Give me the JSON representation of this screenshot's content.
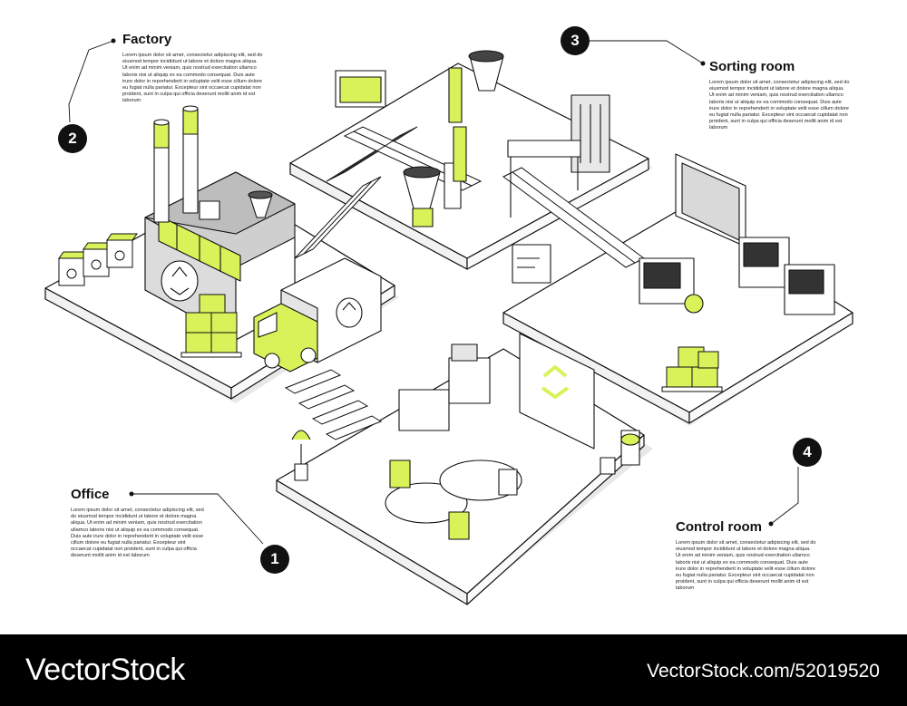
{
  "sections": [
    {
      "number": "1",
      "title": "Office",
      "body": "Lorem ipsum dolor sit amet, consectetur adipiscing elit, sed do eiusmod tempor incididunt ut labore et dolore magna aliqua. Ut enim ad minim veniam, quis nostrud exercitation ullamco laboris nisi ut aliquip ex ea commodo consequat. Duis aute irure dolor in reprehenderit in voluptate velit esse cillum dolore eu fugiat nulla pariatur. Excepteur sint occaecat cupidatat non proident, sunt in culpa qui officia deserunt mollit anim id est laborum"
    },
    {
      "number": "2",
      "title": "Factory",
      "body": "Lorem ipsum dolor sit amet, consectetur adipiscing elit, sed do eiusmod tempor incididunt ut labore et dolore magna aliqua. Ut enim ad minim veniam, quis nostrud exercitation ullamco laboris nisi ut aliquip ex ea commodo consequat. Duis aute irure dolor in reprehenderit in voluptate velit esse cillum dolore eu fugiat nulla pariatur. Excepteur sint occaecat cupidatat non proident, sunt in culpa qui officia deserunt mollit anim id est laborum"
    },
    {
      "number": "3",
      "title": "Sorting room",
      "body": "Lorem ipsum dolor sit amet, consectetur adipiscing elit, sed do eiusmod tempor incididunt ut labore et dolore magna aliqua. Ut enim ad minim veniam, quis nostrud exercitation ullamco laboris nisi ut aliquip ex ea commodo consequat. Duis aute irure dolor in reprehenderit in voluptate velit esse cillum dolore eu fugiat nulla pariatur. Excepteur sint occaecat cupidatat non proident, sunt in culpa qui officia deserunt mollit anim id est laborum"
    },
    {
      "number": "4",
      "title": "Control room",
      "body": "Lorem ipsum dolor sit amet, consectetur adipiscing elit, sed do eiusmod tempor incididunt ut labore et dolore magna aliqua. Ut enim ad minim veniam, quis nostrud exercitation ullamco laboris nisi ut aliquip ex ea commodo consequat. Duis aute irure dolor in reprehenderit in voluptate velit esse cillum dolore eu fugiat nulla pariatur. Excepteur sint occaecat cupidatat non proident, sunt in culpa qui officia deserunt mollit anim id est laborum"
    }
  ],
  "footer": {
    "brand": "VectorStock",
    "stock_id": "VectorStock.com/52019520"
  },
  "colors": {
    "accent": "#d9f25a",
    "line": "#111111",
    "floor": "#ffffff",
    "shadow": "#e6e6e6",
    "gray": "#cfcfcf",
    "background": "#ffffff",
    "footer": "#000000"
  }
}
